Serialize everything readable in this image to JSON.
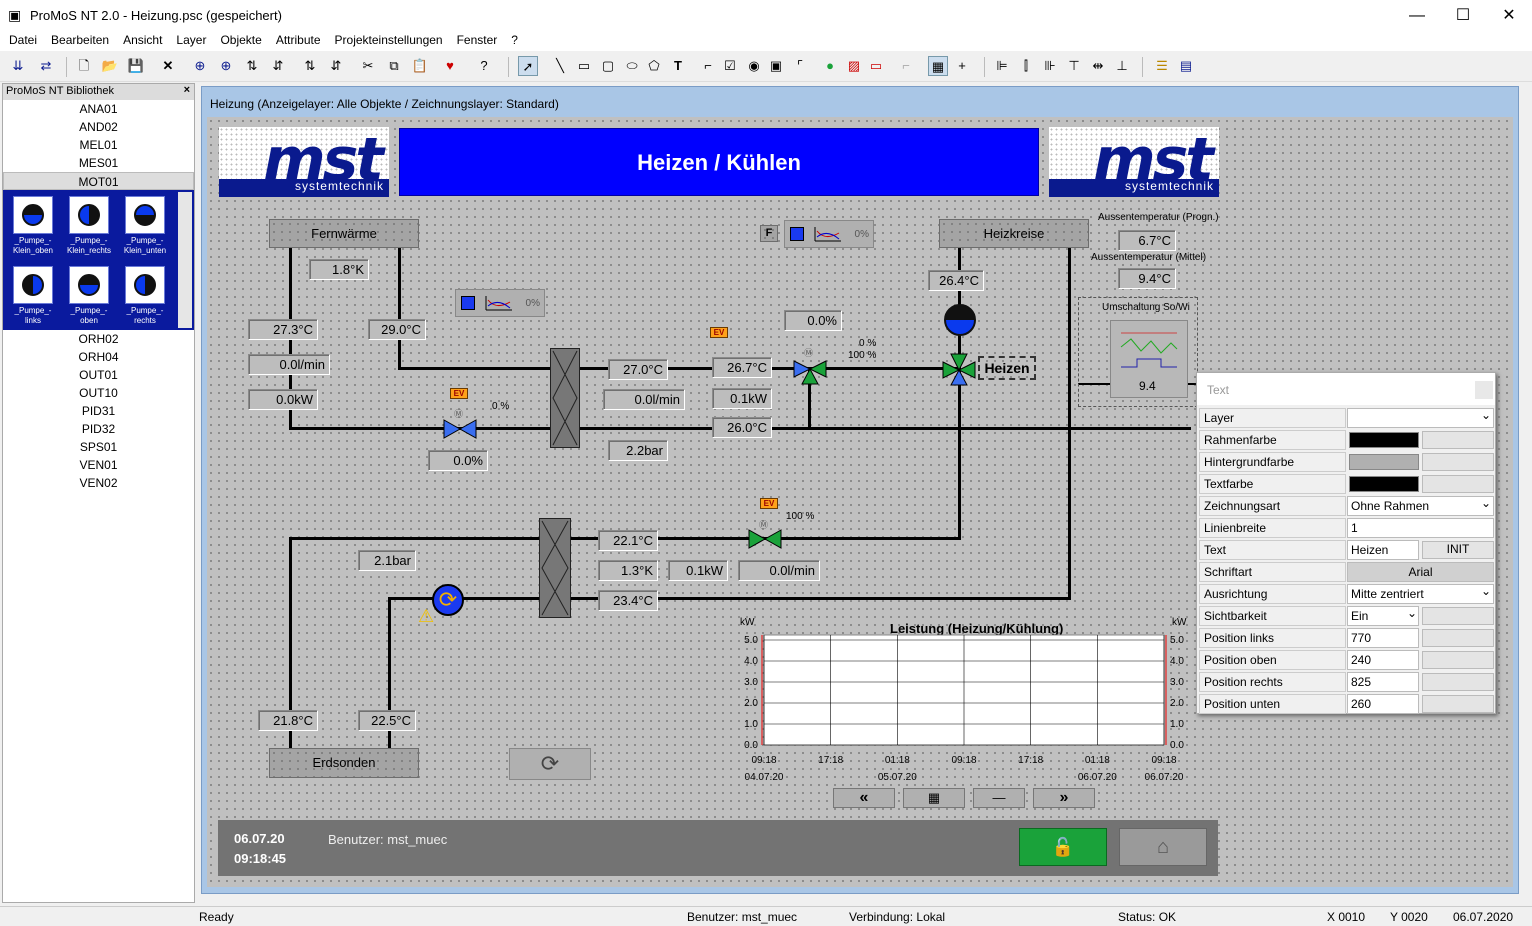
{
  "window": {
    "title": "ProMoS NT  2.0   - Heizung.psc (gespeichert)",
    "minimize": "—",
    "maximize": "☐",
    "close": "✕"
  },
  "menu": [
    "Datei",
    "Bearbeiten",
    "Ansicht",
    "Layer",
    "Objekte",
    "Attribute",
    "Projekteinstellungen",
    "Fenster",
    "?"
  ],
  "library": {
    "title": "ProMoS NT Bibliothek",
    "close": "×",
    "items_top": [
      "ANA01",
      "AND02",
      "MEL01",
      "MES01",
      "MOT01"
    ],
    "pumps": [
      [
        "_Pumpe_-Klein_oben"
      ],
      [
        "_Pumpe_-Klein_rechts"
      ],
      [
        "_Pumpe_-Klein_unten"
      ],
      [
        "_Pumpe_-links"
      ],
      [
        "_Pumpe_-oben"
      ],
      [
        "_Pumpe_-rechts"
      ]
    ],
    "items_bottom": [
      "ORH02",
      "ORH04",
      "OUT01",
      "OUT10",
      "PID31",
      "PID32",
      "SPS01",
      "VEN01",
      "VEN02"
    ]
  },
  "mdi_caption": "Heizung  (Anzeigelayer: Alle Objekte / Zeichnungslayer: Standard)",
  "logo": {
    "big": "mst",
    "band": "systemtechnik"
  },
  "header_title": "Heizen / Kühlen",
  "boxes": {
    "fernwaerme": "Fernwärme",
    "heizkreise": "Heizkreise",
    "erdsonden": "Erdsonden",
    "heizen": "Heizen",
    "f": "F"
  },
  "labels": {
    "aussen_progn": "Aussentemperatur (Progn.)",
    "aussen_mittel": "Aussentemperatur (Mittel)",
    "umschaltung": "Umschaltung So/Wi",
    "umsch_val": "9.4",
    "valve1_pct": "0 %",
    "valve2_pct_a": "0 %",
    "valve2_pct_b": "100 %",
    "valve3_pct": "100 %",
    "ev": "EV",
    "pid1": "0%",
    "pid2": "0%"
  },
  "values": {
    "v_1_8K": "1.8°K",
    "v_27_3": "27.3°C",
    "v_29_0": "29.0°C",
    "v_0_0lmin": "0.0l/min",
    "v_0_0kW": "0.0kW",
    "v_0_0pct_a": "0.0%",
    "v_27_0": "27.0°C",
    "v_0_0lmin_b": "0.0l/min",
    "v_26_7": "26.7°C",
    "v_0_1kW": "0.1kW",
    "v_26_0": "26.0°C",
    "v_2_2bar": "2.2bar",
    "v_0_0pct_b": "0.0%",
    "v_26_4": "26.4°C",
    "v_6_7": "6.7°C",
    "v_9_4": "9.4°C",
    "v_2_1bar": "2.1bar",
    "v_22_1": "22.1°C",
    "v_1_3K": "1.3°K",
    "v_0_1kW_b": "0.1kW",
    "v_0_0lmin_c": "0.0l/min",
    "v_23_4": "23.4°C",
    "v_21_8": "21.8°C",
    "v_22_5": "22.5°C"
  },
  "chart": {
    "title": "Leistung (Heizung/Kühlung)",
    "unit_left": "kW",
    "unit_right": "kW",
    "yticks": [
      "5.0",
      "4.0",
      "3.0",
      "2.0",
      "1.0",
      "0.0"
    ],
    "xticks": [
      [
        "09:18",
        "04.07.20"
      ],
      [
        "17:18",
        ""
      ],
      [
        "01:18",
        "05.07.20"
      ],
      [
        "09:18",
        ""
      ],
      [
        "17:18",
        ""
      ],
      [
        "01:18",
        "06.07.20"
      ],
      [
        "09:18",
        "06.07.20"
      ]
    ],
    "nav": [
      "«",
      "▦",
      "—",
      "»"
    ]
  },
  "footer": {
    "date": "06.07.20",
    "time": "09:18:45",
    "user": "Benutzer:  mst_muec"
  },
  "props": {
    "title": "Text",
    "rows": [
      [
        "Layer",
        ""
      ],
      [
        "Rahmenfarbe",
        ""
      ],
      [
        "Hintergrundfarbe",
        ""
      ],
      [
        "Textfarbe",
        ""
      ],
      [
        "Zeichnungsart",
        "Ohne Rahmen"
      ],
      [
        "Linienbreite",
        "1"
      ],
      [
        "Text",
        "Heizen"
      ],
      [
        "Schriftart",
        "Arial"
      ],
      [
        "Ausrichtung",
        "Mitte zentriert"
      ],
      [
        "Sichtbarkeit",
        "Ein"
      ],
      [
        "Position links",
        "770"
      ],
      [
        "Position oben",
        "240"
      ],
      [
        "Position rechts",
        "825"
      ],
      [
        "Position unten",
        "260"
      ]
    ],
    "init": "INIT"
  },
  "status": {
    "ready": "Ready",
    "user": "Benutzer: mst_muec",
    "conn": "Verbindung: Lokal",
    "status": "Status: OK",
    "x": "X 0010",
    "y": "Y 0020",
    "date": "06.07.2020"
  },
  "colors": {
    "header_bg": "#0000ff",
    "logo_blue": "#0a1a8e",
    "footer_green": "#1aa23a"
  }
}
